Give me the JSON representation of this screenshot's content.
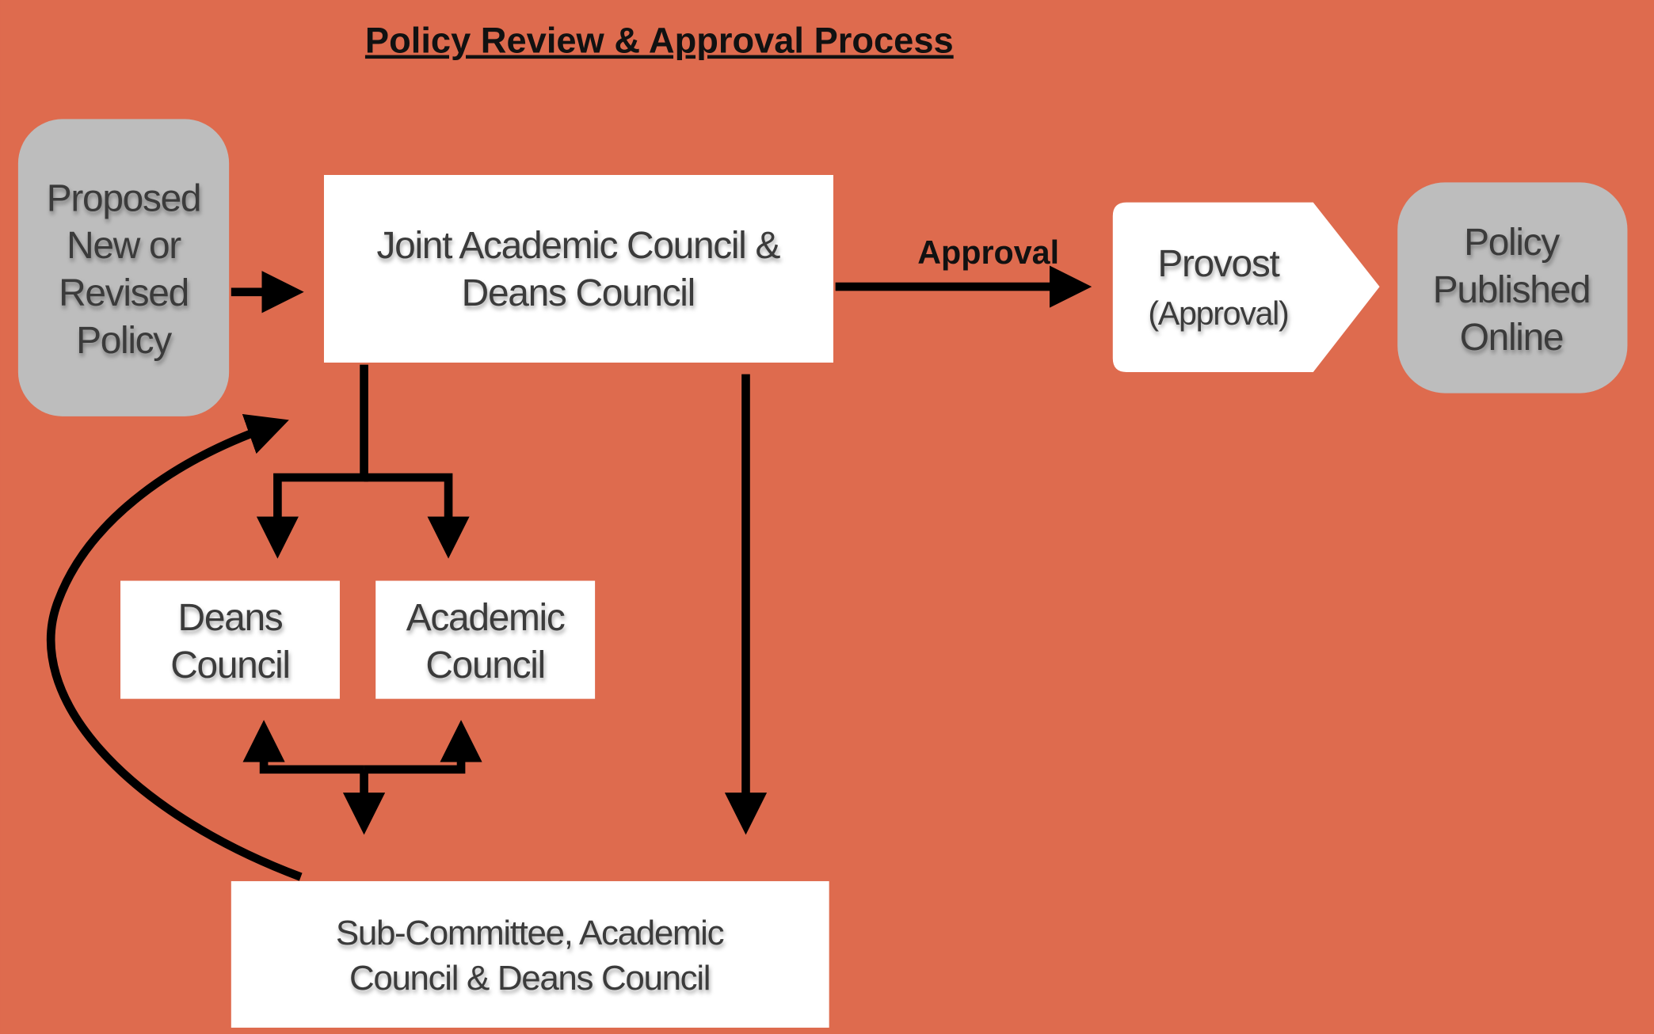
{
  "title": "Policy Review & Approval Process",
  "nodes": {
    "proposed": [
      "Proposed",
      "New or",
      "Revised",
      "Policy"
    ],
    "joint": [
      "Joint Academic Council &",
      "Deans Council"
    ],
    "provost": [
      "Provost",
      "(Approval)"
    ],
    "published": [
      "Policy",
      "Published",
      "Online"
    ],
    "deans": [
      "Deans",
      "Council"
    ],
    "academic": [
      "Academic",
      "Council"
    ],
    "subcommittee": [
      "Sub-Committee, Academic",
      "Council & Deans Council"
    ]
  },
  "edges": {
    "approval_label": "Approval"
  },
  "colors": {
    "background": "#DE6B4E",
    "terminal": "#BDBDBD",
    "box": "#FFFFFF",
    "line": "#000000"
  }
}
